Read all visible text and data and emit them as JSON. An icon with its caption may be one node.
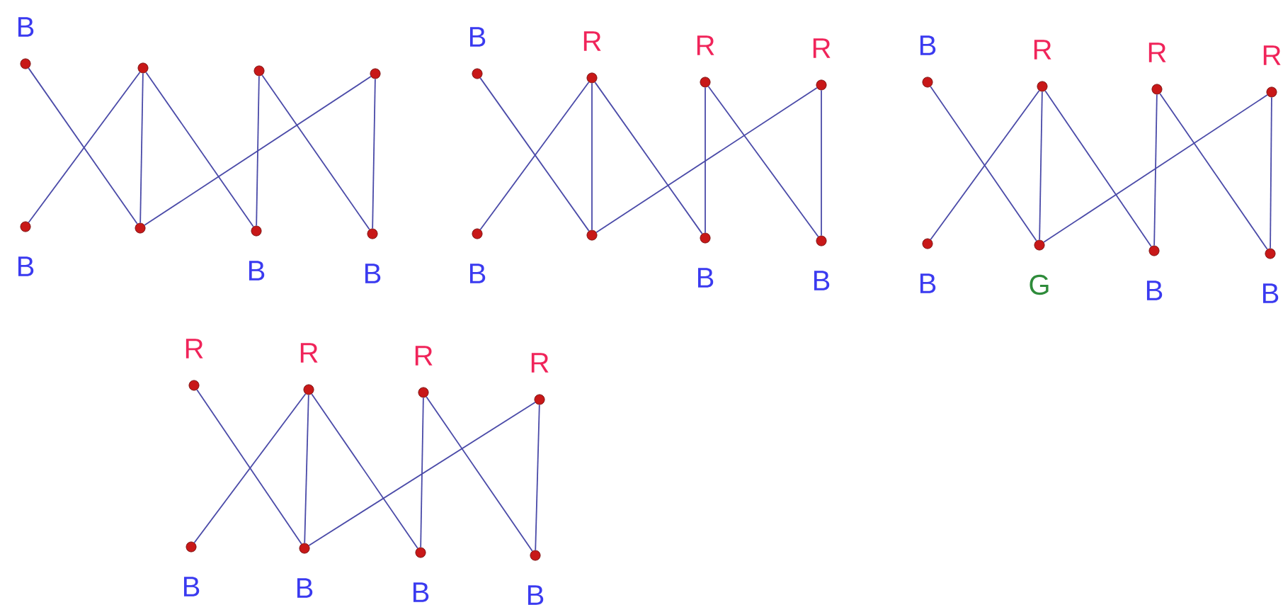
{
  "diagram": {
    "nodes": [
      {
        "text": [],
        "shape": "circle",
        "beside": [
          "B"
        ]
      },
      {
        "text": [],
        "shape": "circle"
      },
      {
        "text": [],
        "shape": "circle"
      },
      {
        "text": [],
        "shape": "circle"
      },
      {
        "text": [],
        "shape": "circle",
        "beside": [
          "B"
        ]
      },
      {
        "text": [],
        "shape": "circle"
      },
      {
        "text": [],
        "shape": "circle",
        "beside": [
          "B"
        ]
      },
      {
        "text": [],
        "shape": "circle",
        "beside": [
          "B"
        ]
      },
      {
        "text": [],
        "shape": "circle",
        "beside": [
          "B"
        ]
      },
      {
        "text": [],
        "shape": "circle",
        "beside": [
          "R"
        ]
      },
      {
        "text": [],
        "shape": "circle",
        "beside": [
          "R"
        ]
      },
      {
        "text": [],
        "shape": "circle",
        "beside": [
          "R"
        ]
      },
      {
        "text": [],
        "shape": "circle",
        "beside": [
          "B"
        ]
      },
      {
        "text": [],
        "shape": "circle"
      },
      {
        "text": [],
        "shape": "circle",
        "beside": [
          "B"
        ]
      },
      {
        "text": [],
        "shape": "circle",
        "beside": [
          "B"
        ]
      },
      {
        "text": [],
        "shape": "circle",
        "beside": [
          "B"
        ]
      },
      {
        "text": [],
        "shape": "circle",
        "beside": [
          "R"
        ]
      },
      {
        "text": [],
        "shape": "circle",
        "beside": [
          "R"
        ]
      },
      {
        "text": [],
        "shape": "circle",
        "beside": [
          "R"
        ]
      },
      {
        "text": [],
        "shape": "circle",
        "beside": [
          "B"
        ]
      },
      {
        "text": [],
        "shape": "circle",
        "beside": [
          "G"
        ]
      },
      {
        "text": [],
        "shape": "circle",
        "beside": [
          "B"
        ]
      },
      {
        "text": [],
        "shape": "circle",
        "beside": [
          "B"
        ]
      },
      {
        "text": [],
        "shape": "circle",
        "beside": [
          "R"
        ]
      },
      {
        "text": [],
        "shape": "circle",
        "beside": [
          "R"
        ]
      },
      {
        "text": [],
        "shape": "circle",
        "beside": [
          "R"
        ]
      },
      {
        "text": [],
        "shape": "circle",
        "beside": [
          "R"
        ]
      },
      {
        "text": [],
        "shape": "circle",
        "beside": [
          "B"
        ]
      },
      {
        "text": [],
        "shape": "circle",
        "beside": [
          "B"
        ]
      },
      {
        "text": [],
        "shape": "circle",
        "beside": [
          "B"
        ]
      },
      {
        "text": [],
        "shape": "circle",
        "beside": [
          "B"
        ]
      }
    ],
    "edges": [
      {
        "from": 0,
        "to": 5,
        "arrow": "none"
      },
      {
        "from": 1,
        "to": 4,
        "arrow": "none"
      },
      {
        "from": 1,
        "to": 5,
        "arrow": "none"
      },
      {
        "from": 1,
        "to": 6,
        "arrow": "none"
      },
      {
        "from": 2,
        "to": 6,
        "arrow": "none"
      },
      {
        "from": 2,
        "to": 7,
        "arrow": "none"
      },
      {
        "from": 3,
        "to": 5,
        "arrow": "none"
      },
      {
        "from": 3,
        "to": 7,
        "arrow": "none"
      },
      {
        "from": 8,
        "to": 13,
        "arrow": "none"
      },
      {
        "from": 9,
        "to": 12,
        "arrow": "none"
      },
      {
        "from": 9,
        "to": 13,
        "arrow": "none"
      },
      {
        "from": 9,
        "to": 14,
        "arrow": "none"
      },
      {
        "from": 10,
        "to": 14,
        "arrow": "none"
      },
      {
        "from": 10,
        "to": 15,
        "arrow": "none"
      },
      {
        "from": 11,
        "to": 13,
        "arrow": "none"
      },
      {
        "from": 11,
        "to": 15,
        "arrow": "none"
      },
      {
        "from": 16,
        "to": 21,
        "arrow": "none"
      },
      {
        "from": 17,
        "to": 20,
        "arrow": "none"
      },
      {
        "from": 17,
        "to": 21,
        "arrow": "none"
      },
      {
        "from": 17,
        "to": 22,
        "arrow": "none"
      },
      {
        "from": 18,
        "to": 22,
        "arrow": "none"
      },
      {
        "from": 18,
        "to": 23,
        "arrow": "none"
      },
      {
        "from": 19,
        "to": 21,
        "arrow": "none"
      },
      {
        "from": 19,
        "to": 23,
        "arrow": "none"
      },
      {
        "from": 24,
        "to": 29,
        "arrow": "none"
      },
      {
        "from": 25,
        "to": 28,
        "arrow": "none"
      },
      {
        "from": 25,
        "to": 29,
        "arrow": "none"
      },
      {
        "from": 25,
        "to": 30,
        "arrow": "none"
      },
      {
        "from": 26,
        "to": 30,
        "arrow": "none"
      },
      {
        "from": 26,
        "to": 31,
        "arrow": "none"
      },
      {
        "from": 27,
        "to": 29,
        "arrow": "none"
      },
      {
        "from": 27,
        "to": 31,
        "arrow": "none"
      }
    ]
  }
}
